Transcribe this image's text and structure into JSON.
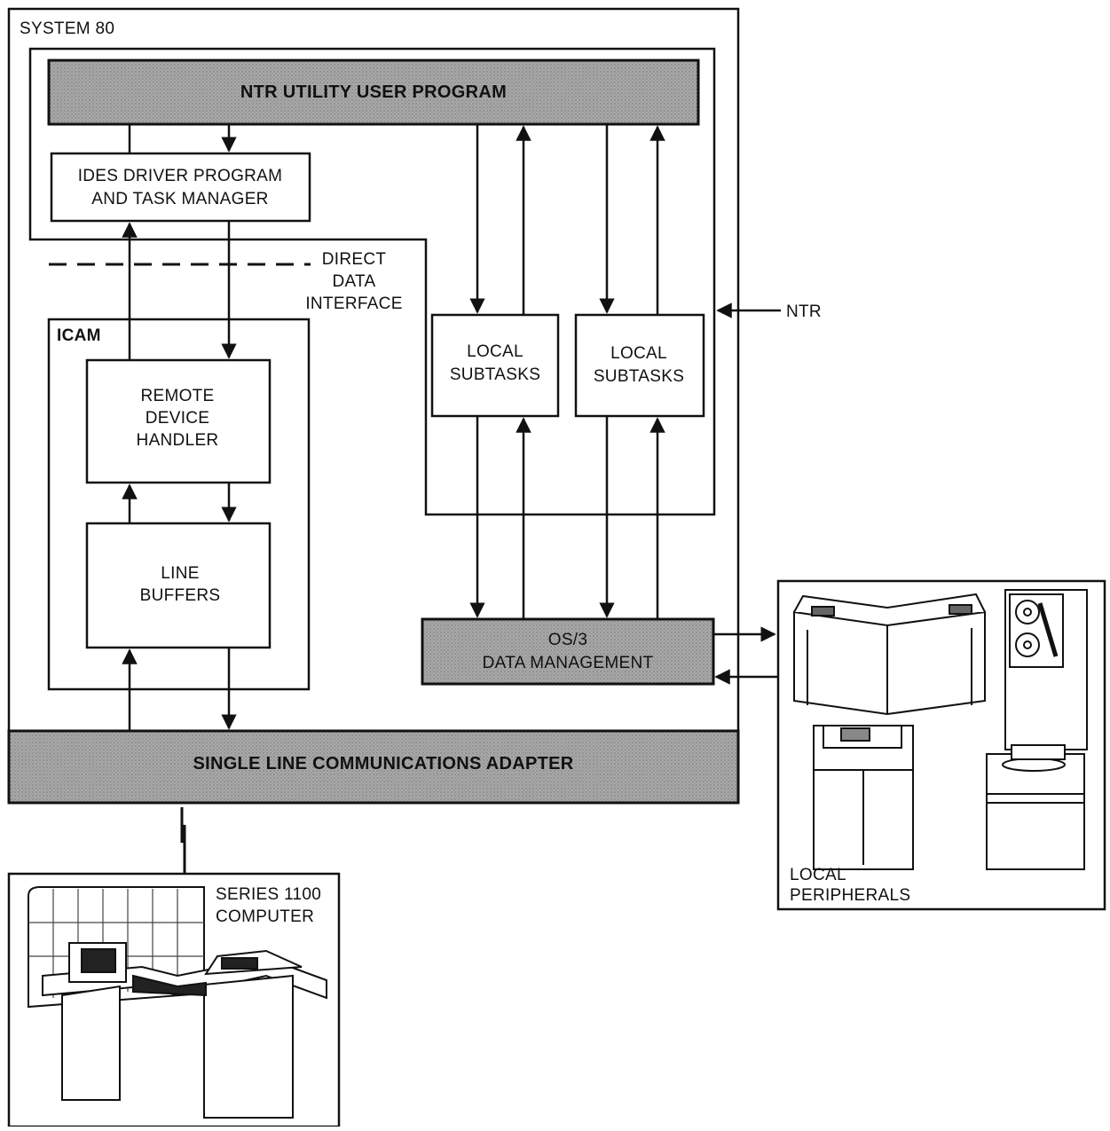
{
  "system": {
    "title": "SYSTEM 80"
  },
  "ntr_program": {
    "label": "NTR UTILITY USER PROGRAM"
  },
  "ides": {
    "line1": "IDES DRIVER PROGRAM",
    "line2": "AND TASK MANAGER"
  },
  "direct_data_interface": {
    "line1": "DIRECT",
    "line2": "DATA",
    "line3": "INTERFACE"
  },
  "ntr_pointer": {
    "label": "NTR"
  },
  "icam": {
    "title": "ICAM",
    "remote_device_handler": {
      "line1": "REMOTE",
      "line2": "DEVICE",
      "line3": "HANDLER"
    },
    "line_buffers": {
      "line1": "LINE",
      "line2": "BUFFERS"
    }
  },
  "local_subtasks": [
    {
      "line1": "LOCAL",
      "line2": "SUBTASKS"
    },
    {
      "line1": "LOCAL",
      "line2": "SUBTASKS"
    }
  ],
  "os3": {
    "line1": "OS/3",
    "line2": "DATA MANAGEMENT"
  },
  "adapter": {
    "label": "SINGLE LINE COMMUNICATIONS ADAPTER"
  },
  "series_1100": {
    "line1": "SERIES 1100",
    "line2": "COMPUTER"
  },
  "peripherals": {
    "line1": "LOCAL",
    "line2": "PERIPHERALS"
  },
  "colors": {
    "shaded_fill": "#a9a9a9",
    "line": "#111111",
    "background": "#ffffff"
  }
}
